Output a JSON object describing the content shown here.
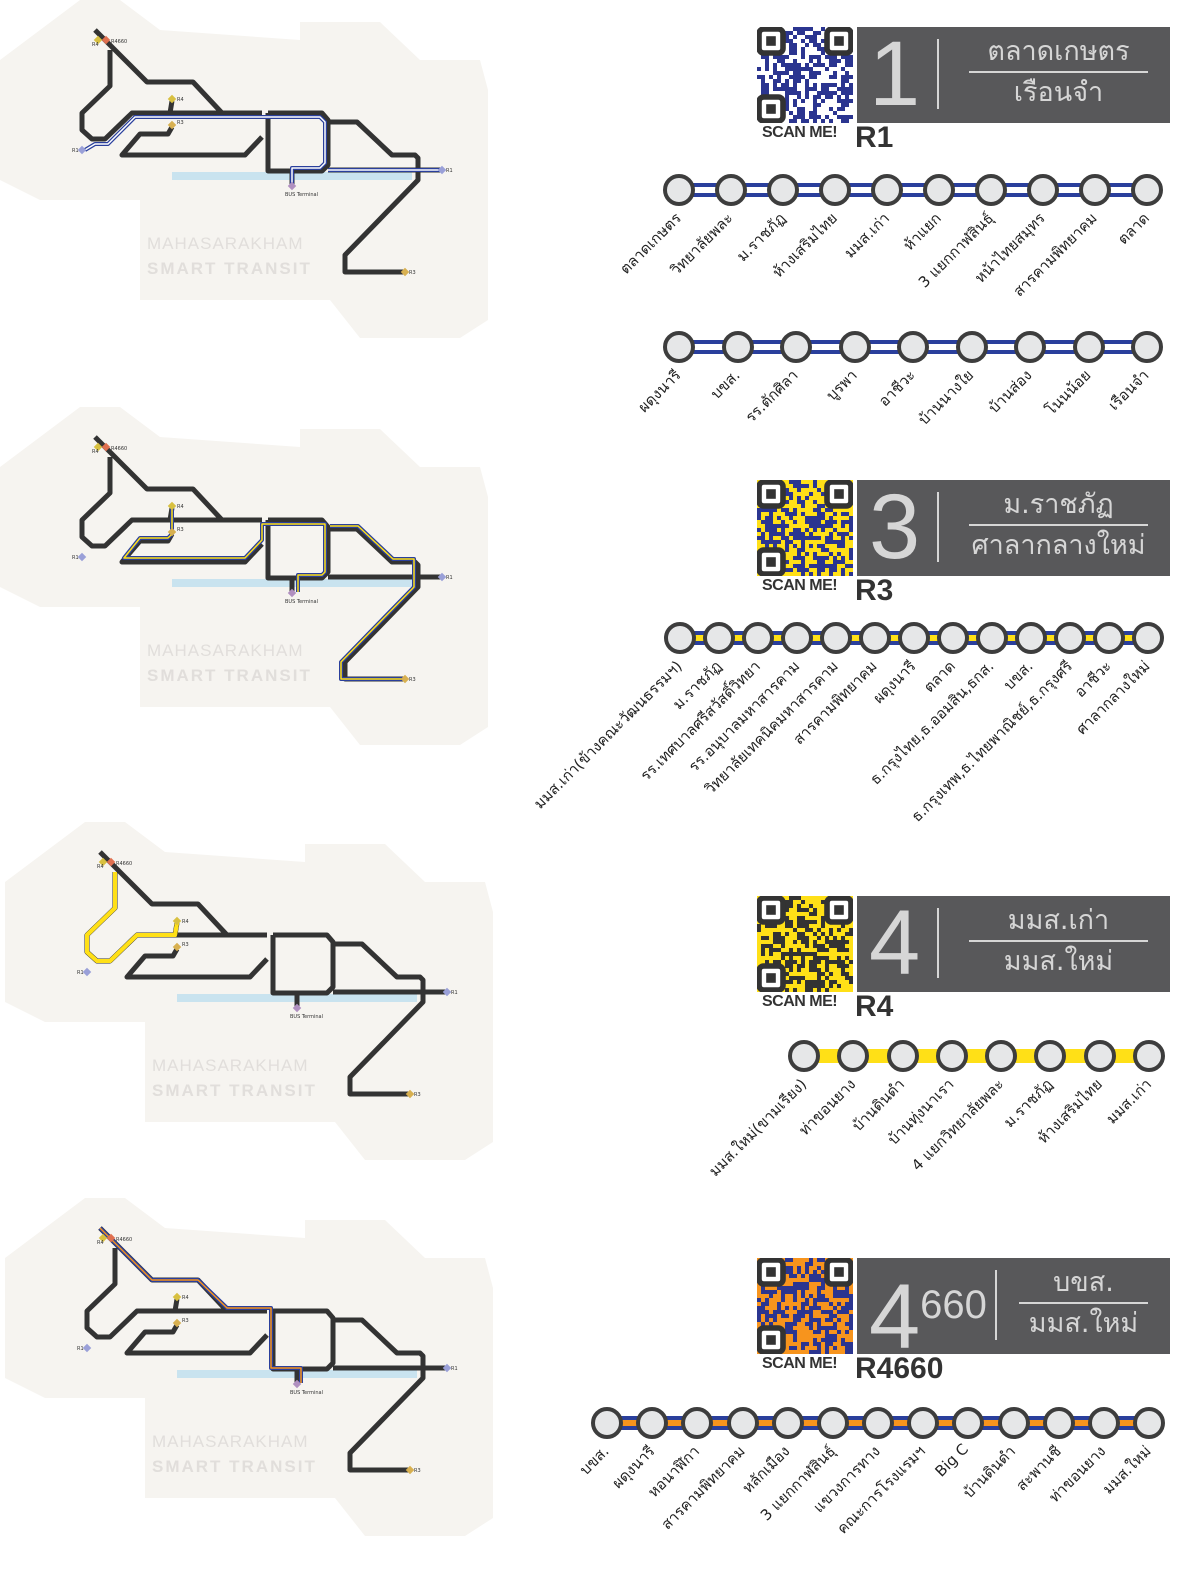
{
  "maps": [
    {
      "highlight": "R1",
      "colors": [
        "#2a3f9c",
        "#ffffff"
      ]
    },
    {
      "highlight": "R3",
      "colors": [
        "#2a3f9c",
        "#ffe017"
      ]
    },
    {
      "highlight": "R4",
      "colors": [
        "#ffe017",
        "#ffe017"
      ]
    },
    {
      "highlight": "R4660",
      "colors": [
        "#2a3f9c",
        "#f7941d"
      ]
    }
  ],
  "map_text": {
    "title1": "MAHASARAKHAM",
    "title2": "SMART TRANSIT",
    "r1": "R1",
    "r3": "R3",
    "r4": "R4",
    "r4660": "R4660",
    "terminal": "BUS Terminal"
  },
  "routes": [
    {
      "code": "R1",
      "number": "1",
      "number_suffix": "",
      "name1": "ตลาดเกษตร",
      "name2": "เรือนจำ",
      "scan": "SCAN ME!",
      "qr_colors": [
        "#2b3590",
        "#ffffff"
      ],
      "rows": [
        {
          "style": "double",
          "colors": [
            "#2a3f9c",
            "#ffffff"
          ],
          "stations": [
            "ตลาดเกษตร",
            "วิทยาลัยพละ",
            "ม.ราชภัฏ",
            "ห้างเสริมไทย",
            "มมส.เก่า",
            "ห้าแยก",
            "3 แยกกาฬสินธุ์",
            "หน้าไทยสมุทร",
            "สารคามพิทยาคม",
            "ตลาด"
          ]
        },
        {
          "style": "double",
          "colors": [
            "#2a3f9c",
            "#ffffff"
          ],
          "stations": [
            "ผดุงนารี",
            "บขส.",
            "รร.ตักศิลา",
            "บูรพา",
            "อาชีวะ",
            "บ้านนางใย",
            "บ้านส่อง",
            "โนนน้อย",
            "เรือนจำ"
          ]
        }
      ]
    },
    {
      "code": "R3",
      "number": "3",
      "number_suffix": "",
      "name1": "ม.ราชภัฏ",
      "name2": "ศาลากลางใหม่",
      "scan": "SCAN ME!",
      "qr_colors": [
        "#2b3590",
        "#ffe017"
      ],
      "rows": [
        {
          "style": "double",
          "colors": [
            "#2a3f9c",
            "#ffe017"
          ],
          "stations": [
            "มมส.เก่า(ข้างคณะวัฒนธรรมฯ)",
            "ม.ราชภัฏ",
            "รร.เทศบาลศรีสวัสดิ์วิทยา",
            "รร.อนุบาลมหาสารคาม",
            "วิทยาลัยเทคนิคมหาสารคาม",
            "สารคามพิทยาคม",
            "ผดุงนารี",
            "ตลาด",
            "ธ.กรุงไทย,ธ.ออมสิน,ธกส.",
            "บขส.",
            "ธ.กรุงเทพ,ธ.ไทยพาณิชย์,ธ.กรุงศรี",
            "อาชีวะ",
            "ศาลากลางใหม่"
          ]
        }
      ]
    },
    {
      "code": "R4",
      "number": "4",
      "number_suffix": "",
      "name1": "มมส.เก่า",
      "name2": "มมส.ใหม่",
      "scan": "SCAN ME!",
      "qr_colors": [
        "#333333",
        "#ffe017"
      ],
      "rows": [
        {
          "style": "solid",
          "colors": [
            "#ffe017",
            "#ffe017"
          ],
          "stations": [
            "มมส.ใหม่(ขามเรียง)",
            "ท่าขอนยาง",
            "บ้านดินดำ",
            "บ้านทุ่งนาเรา",
            "4 แยกวิทยาลัยพละ",
            "ม.ราชภัฏ",
            "ห้างเสริมไทย",
            "มมส.เก่า"
          ]
        }
      ]
    },
    {
      "code": "R4660",
      "number": "4",
      "number_suffix": "660",
      "name1": "บขส.",
      "name2": "มมส.ใหม่",
      "scan": "SCAN ME!",
      "qr_colors": [
        "#2b3590",
        "#f7941d"
      ],
      "rows": [
        {
          "style": "double",
          "colors": [
            "#2a3f9c",
            "#f7941d"
          ],
          "stations": [
            "บขส.",
            "ผดุงนารี",
            "หอนาฬิกา",
            "สารคามพิทยาคม",
            "หลักเมือง",
            "3 แยกกาฬสินธุ์",
            "แขวงการทาง",
            "คณะการโรงแรมฯ",
            "Big C",
            "บ้านดินดำ",
            "สะพานชี",
            "ท่าขอนยาง",
            "มมส.ใหม่"
          ]
        }
      ]
    }
  ]
}
